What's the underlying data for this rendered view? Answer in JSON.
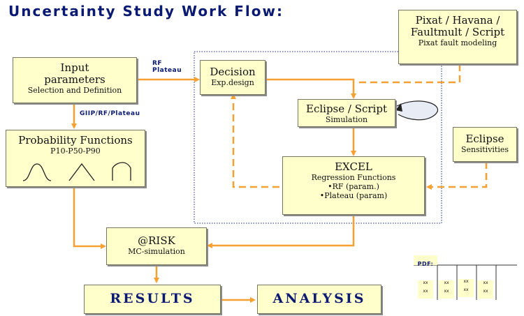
{
  "title": "Uncertainty Study Work Flow:",
  "boxes": {
    "input": {
      "title_line1": "Input",
      "title_line2": "parameters",
      "subtitle": "Selection and Definition"
    },
    "decision": {
      "title": "Decision",
      "subtitle": "Exp.design"
    },
    "pixat": {
      "line1": "Pixat / Havana /",
      "line2": "Faultmult / Script",
      "subtitle": "Pixat fault modeling"
    },
    "eclipse_script": {
      "title": "Eclipse / Script",
      "subtitle": "Simulation"
    },
    "prob": {
      "title": "Probability Functions",
      "subtitle": "P10-P50-P90"
    },
    "eclipse_sens": {
      "title": "Eclipse",
      "subtitle": "Sensitivities"
    },
    "excel": {
      "title": "EXCEL",
      "line1": "Regression Functions",
      "line2": "•RF (param.)",
      "line3": "•Plateau (param)"
    },
    "risk": {
      "title": "@RISK",
      "subtitle": "MC-simulation"
    },
    "results": {
      "title": "RESULTS"
    },
    "analysis": {
      "title": "ANALYSIS"
    }
  },
  "labels": {
    "rf": "RF",
    "plateau": "Plateau",
    "giip": "GIIP/RF/Plateau"
  },
  "pdf_table": {
    "label": "PDF:",
    "cells": [
      "xx",
      "xx",
      "xx",
      "xx",
      "xx",
      "xx",
      "xx",
      "xx"
    ]
  },
  "colors": {
    "arrow": "#f5a030",
    "box_fill": "#ffffcc",
    "title_text": "#0a1a73",
    "dotted_border": "#1a2a8a"
  }
}
